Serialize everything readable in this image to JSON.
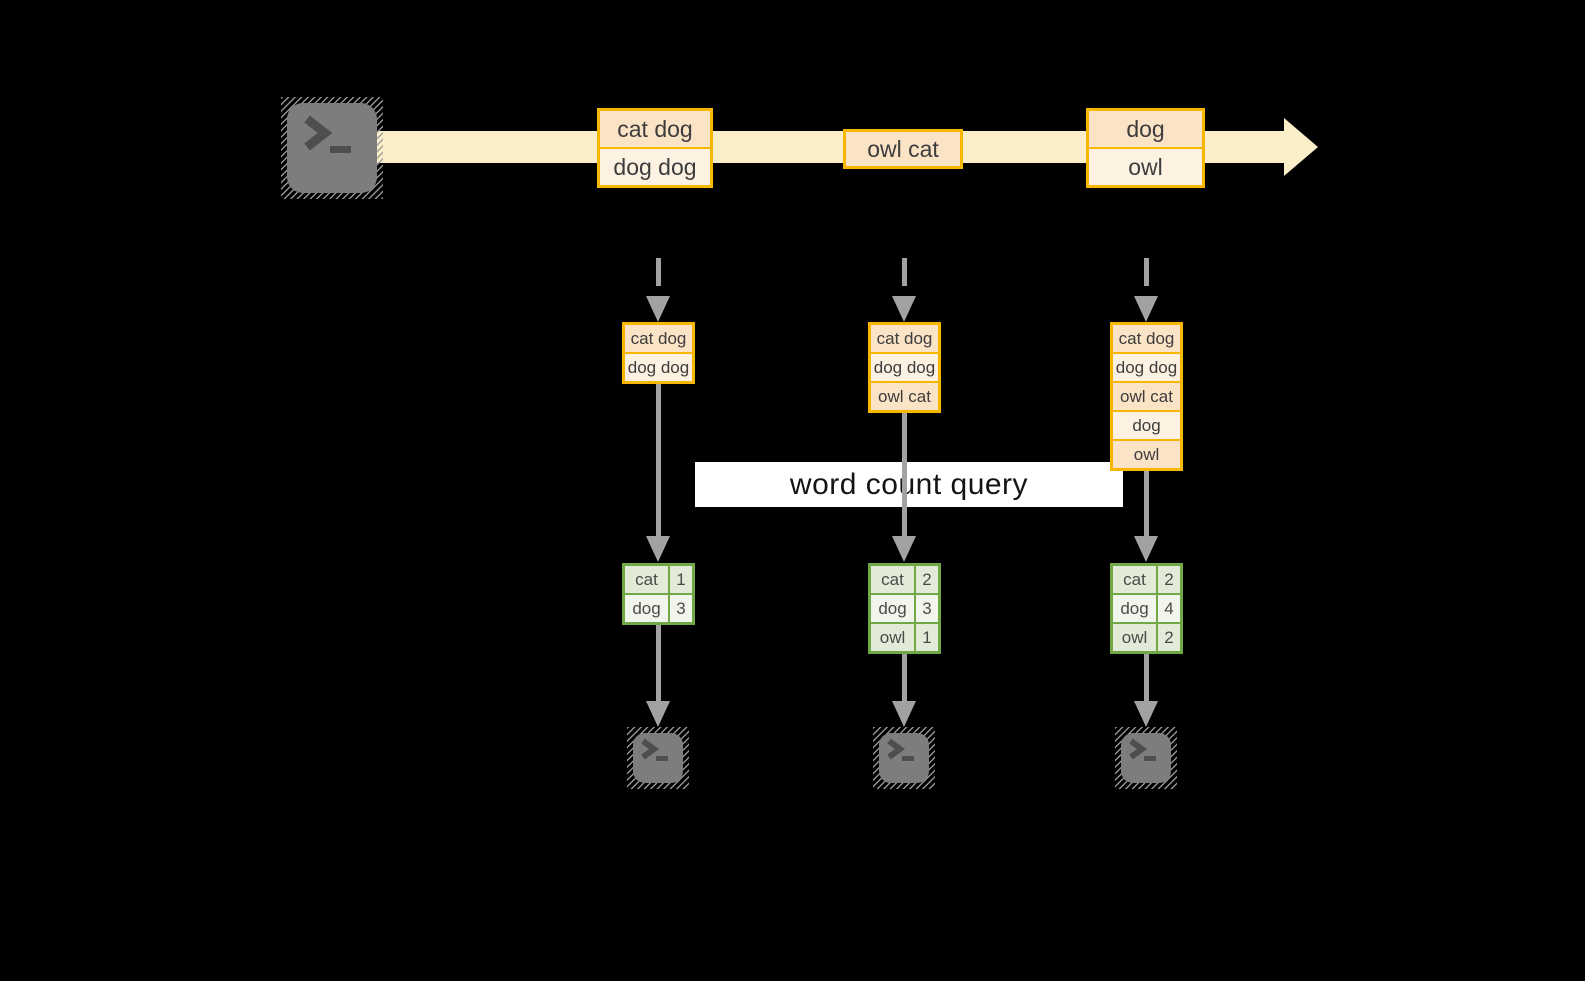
{
  "query_label": "word count query",
  "stream": {
    "batches": [
      {
        "events": [
          "cat dog",
          "dog dog"
        ]
      },
      {
        "events": [
          "owl cat"
        ]
      },
      {
        "events": [
          "dog",
          "owl"
        ]
      }
    ]
  },
  "pipelines": [
    {
      "input_events": [
        "cat dog",
        "dog dog"
      ],
      "counts": [
        {
          "word": "cat",
          "count": "1"
        },
        {
          "word": "dog",
          "count": "3"
        }
      ]
    },
    {
      "input_events": [
        "cat dog",
        "dog dog",
        "owl cat"
      ],
      "counts": [
        {
          "word": "cat",
          "count": "2"
        },
        {
          "word": "dog",
          "count": "3"
        },
        {
          "word": "owl",
          "count": "1"
        }
      ]
    },
    {
      "input_events": [
        "cat dog",
        "dog dog",
        "owl cat",
        "dog",
        "owl"
      ],
      "counts": [
        {
          "word": "cat",
          "count": "2"
        },
        {
          "word": "dog",
          "count": "4"
        },
        {
          "word": "owl",
          "count": "2"
        }
      ]
    }
  ],
  "icons": {
    "source": "terminal-icon",
    "sinks": [
      "terminal-icon",
      "terminal-icon",
      "terminal-icon"
    ]
  },
  "colors": {
    "stream_band": "#FBEFC9",
    "event_border": "#F7B600",
    "event_fill_dark": "#FBE3C6",
    "event_fill_light": "#FDF1E2",
    "table_border": "#71A846",
    "table_row_a": "#E2EAD8",
    "table_row_b": "#F1F5EC",
    "arrow_gray": "#A2A2A2",
    "icon_gray": "#7D7D7D",
    "label_bg": "#FFFFFF",
    "background": "#000000"
  }
}
